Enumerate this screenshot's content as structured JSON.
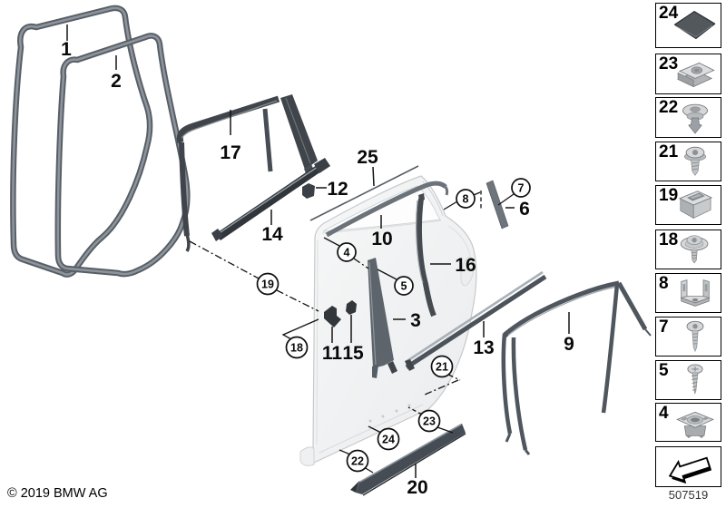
{
  "callouts": {
    "c1": "1",
    "c2": "2",
    "c3": "3",
    "c4": "4",
    "c5": "5",
    "c6": "6",
    "c7": "7",
    "c8": "8",
    "c9": "9",
    "c10": "10",
    "c11": "11",
    "c12": "12",
    "c13": "13",
    "c14": "14",
    "c15": "15",
    "c16": "16",
    "c17": "17",
    "c18": "18",
    "c19": "19",
    "c20": "20",
    "c21": "21",
    "c22": "22",
    "c23": "23",
    "c24": "24",
    "c25": "25"
  },
  "sidebar": {
    "items": [
      {
        "label": "24",
        "icon": "adhesive-pad"
      },
      {
        "label": "23",
        "icon": "sheet-metal-clip-nut"
      },
      {
        "label": "22",
        "icon": "expanding-rivet"
      },
      {
        "label": "21",
        "icon": "torx-flange-screw"
      },
      {
        "label": "19",
        "icon": "square-grommet-nut"
      },
      {
        "label": "18",
        "icon": "torx-screw-with-washer"
      },
      {
        "label": "8",
        "icon": "clamp-bracket"
      },
      {
        "label": "7",
        "icon": "pan-head-torx-screw"
      },
      {
        "label": "5",
        "icon": "pan-head-tapping-screw"
      },
      {
        "label": "4",
        "icon": "cage-nut"
      }
    ],
    "back_icon": "back-arrow"
  },
  "footer": {
    "copyright": "© 2019 BMW AG",
    "diagram_number": "507519"
  },
  "colors": {
    "background": "#ffffff",
    "line": "#141414",
    "part_dark": "#3f454b",
    "part_mid": "#6d747b",
    "door_fill": "#f2f3f4"
  }
}
